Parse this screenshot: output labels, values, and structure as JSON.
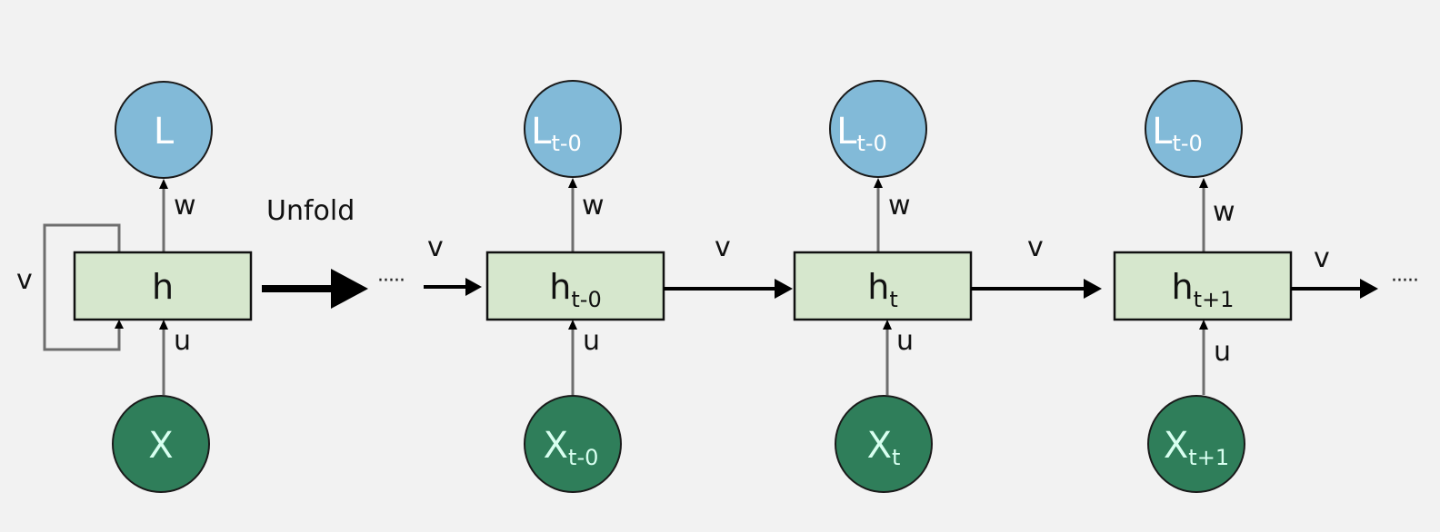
{
  "diagram": {
    "title": "RNN unfold diagram",
    "unfold_label": "Unfold",
    "ellipsis": "·····",
    "colors": {
      "background": "#f2f2f2",
      "loss_node": "#82bad8",
      "input_node": "#2f7e5a",
      "hidden_box": "#d6e7cd",
      "node_text_light": "#ffffff",
      "input_text": "#d8fff0"
    },
    "folded": {
      "loss": {
        "base": "L",
        "sub": ""
      },
      "hidden": {
        "base": "h",
        "sub": ""
      },
      "input": {
        "base": "X",
        "sub": ""
      },
      "w_label": "w",
      "u_label": "u",
      "v_label": "v"
    },
    "steps": [
      {
        "loss": {
          "base": "L",
          "sub": "t-0"
        },
        "hidden": {
          "base": "h",
          "sub": "t-0"
        },
        "input": {
          "base": "X",
          "sub": "t-0"
        },
        "w_label": "w",
        "u_label": "u",
        "v_in_label": "v",
        "v_out_label": "v"
      },
      {
        "loss": {
          "base": "L",
          "sub": "t-0"
        },
        "hidden": {
          "base": "h",
          "sub": "t"
        },
        "input": {
          "base": "X",
          "sub": "t"
        },
        "w_label": "w",
        "u_label": "u",
        "v_out_label": "v"
      },
      {
        "loss": {
          "base": "L",
          "sub": "t-0"
        },
        "hidden": {
          "base": "h",
          "sub": "t+1"
        },
        "input": {
          "base": "X",
          "sub": "t+1"
        },
        "w_label": "w",
        "u_label": "u",
        "v_out_label": "v"
      }
    ]
  }
}
